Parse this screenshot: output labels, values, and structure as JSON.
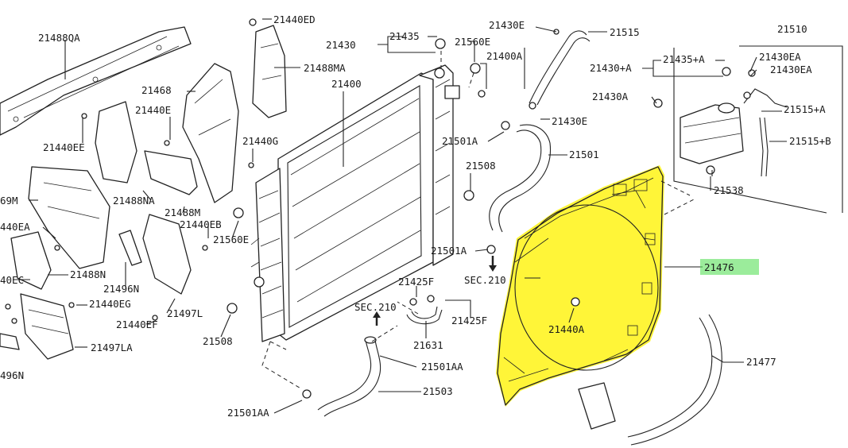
{
  "diagram": {
    "highlight_color": "#fff200",
    "label_highlight_color": "#58e058",
    "labels": {
      "l21488QA": "21488QA",
      "l21440ED": "21440ED",
      "l21488MA": "21488MA",
      "l21430": "21430",
      "l21435": "21435",
      "l21560E_top": "21560E",
      "l21430E_top": "21430E",
      "l21515": "21515",
      "l21510": "21510",
      "l21430pA": "21430+A",
      "l21435pA": "21435+A",
      "l21430EA_1": "21430EA",
      "l21430EA_2": "21430EA",
      "l21400A": "21400A",
      "l21400": "21400",
      "l21468": "21468",
      "l21440E": "21440E",
      "l21430A": "21430A",
      "l21515pA": "21515+A",
      "l21430E_mid": "21430E",
      "l21440EE": "21440EE",
      "l21440G": "21440G",
      "l21501A_top": "21501A",
      "l21501": "21501",
      "l21515pB": "21515+B",
      "l21508_right": "21508",
      "l21538": "21538",
      "l69M": "69M",
      "l21488NA": "21488NA",
      "l21488M": "21488M",
      "l440EA": "440EA",
      "l21440EB": "21440EB",
      "l21560E_mid": "21560E",
      "l21501A_mid": "21501A",
      "l21476": "21476",
      "l21488N": "21488N",
      "l40EC": "40EC",
      "l21496N": "21496N",
      "lSEC210_r": "SEC.210",
      "l21425F_top": "21425F",
      "l21440EG": "21440EG",
      "l21497L": "21497L",
      "l21440EF": "21440EF",
      "lSEC210_m": "SEC.210",
      "l21440A": "21440A",
      "l21425F_right": "21425F",
      "l21508_left": "21508",
      "l21497LA": "21497LA",
      "l21631": "21631",
      "l21477": "21477",
      "l21501AA_r": "21501AA",
      "l496N": "496N",
      "l21503": "21503",
      "l21501AA_l": "21501AA"
    }
  }
}
